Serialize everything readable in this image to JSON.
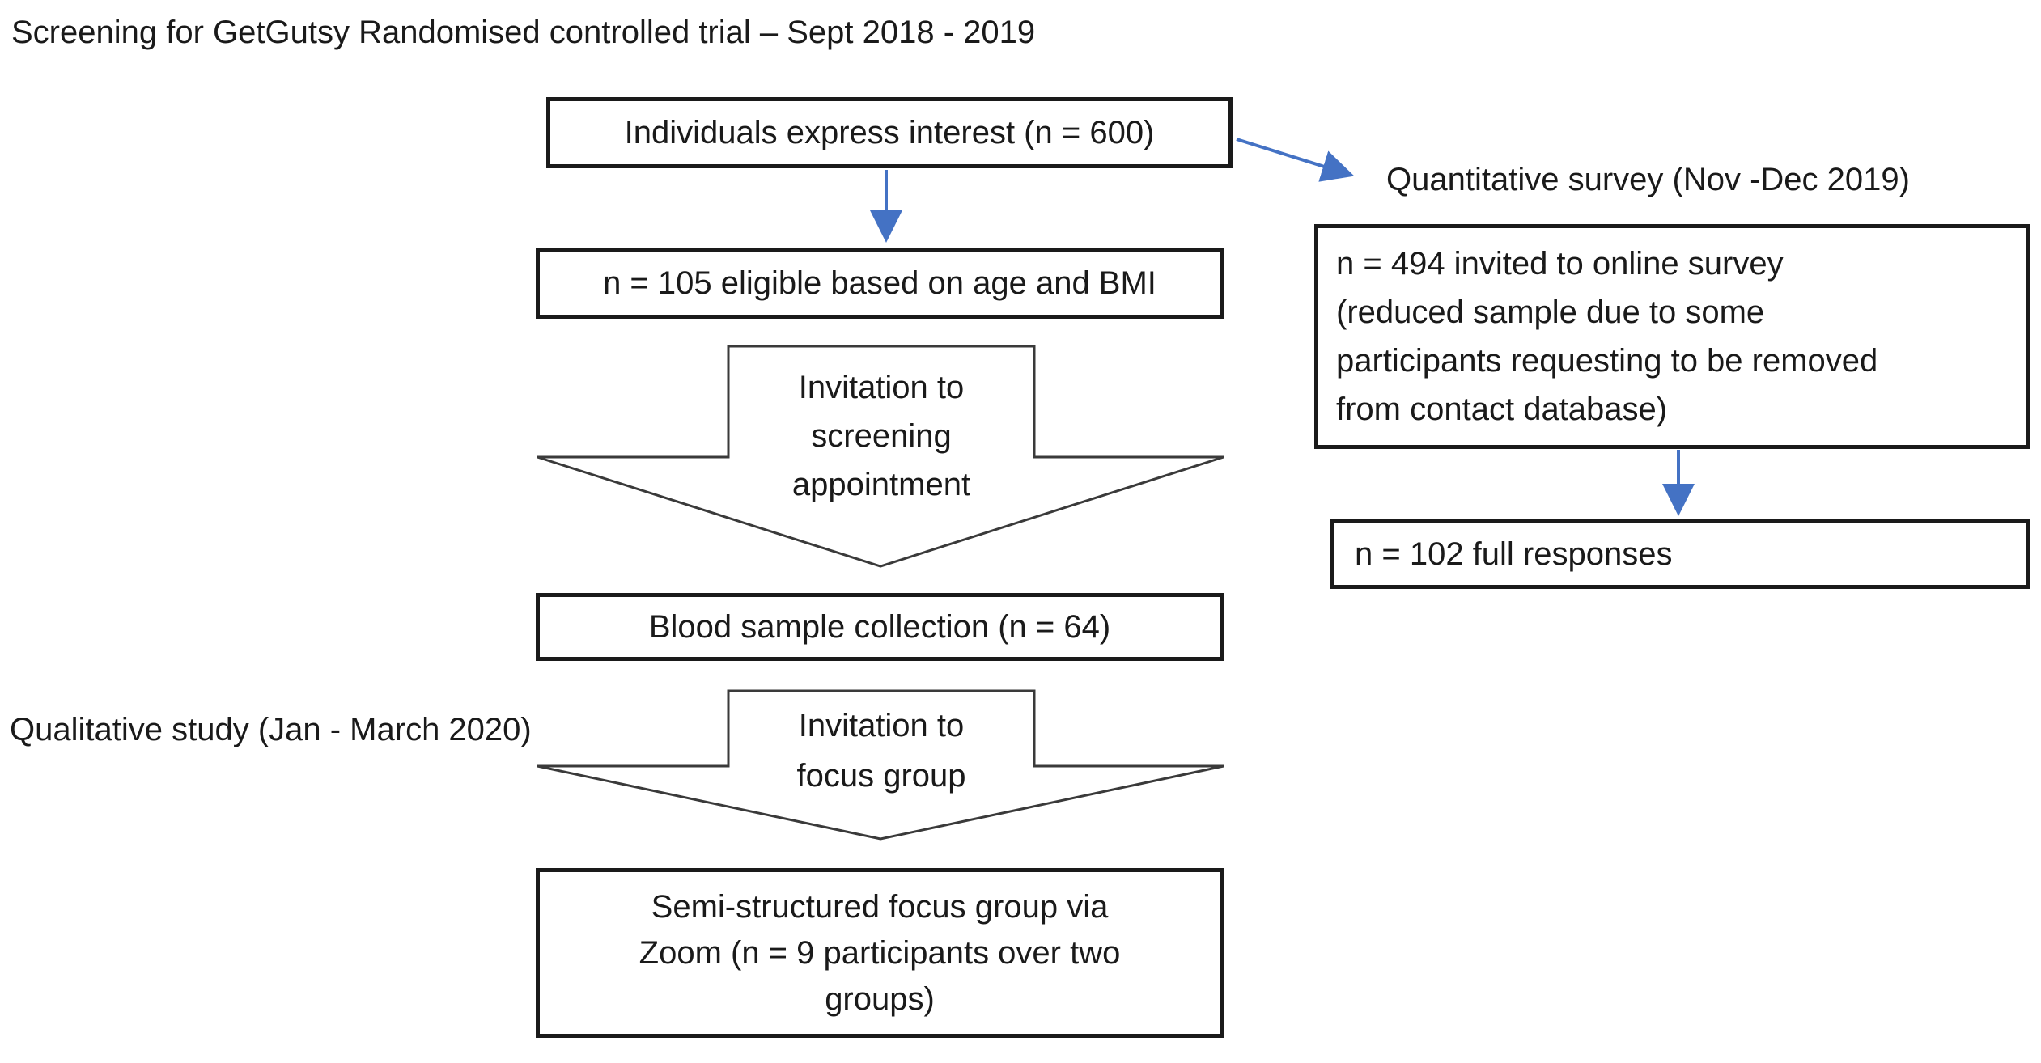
{
  "title": "Screening for GetGutsy Randomised controlled trial – Sept 2018 - 2019",
  "left_flow": {
    "interest_box": "Individuals express interest (n = 600)",
    "eligible_box": "n = 105 eligible based on age and BMI",
    "screening_chevron": "Invitation to\nscreening\nappointment",
    "blood_box": "Blood sample collection (n = 64)",
    "focus_chevron": "Invitation to\nfocus group",
    "focus_group_box": "Semi-structured focus group via\nZoom (n = 9 participants over two\ngroups)"
  },
  "right_flow": {
    "quantitative_label": "Quantitative survey (Nov -Dec 2019)",
    "invited_box": "n = 494 invited to online survey\n(reduced sample due to some\nparticipants requesting to be removed\nfrom contact database)",
    "responses_box": "n = 102 full responses"
  },
  "qualitative_label": "Qualitative study (Jan - March 2020)",
  "colors": {
    "arrow_blue": "#4472C4",
    "box_border": "#1a1a1a",
    "chevron_outline": "#3a3a3a"
  }
}
